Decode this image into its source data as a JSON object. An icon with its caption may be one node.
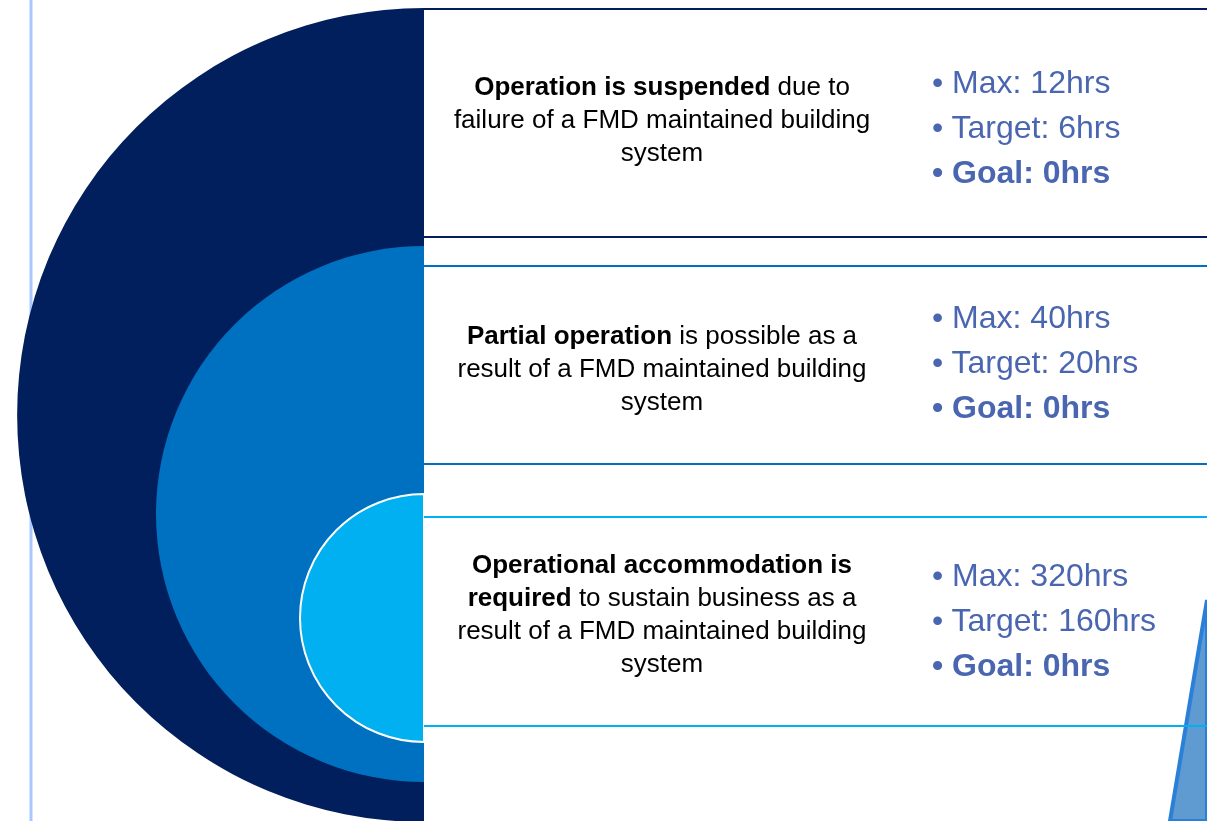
{
  "diagram": {
    "nodes": [
      {
        "text": [
          "**Operation is suspended** due to failure of a FMD maintained building system",
          "• Max: 12hrs",
          "• Target: 6hrs",
          "• Goal: 0hrs"
        ]
      },
      {
        "text": [
          "**Partial operation** is possible as a result of a FMD maintained building system",
          "• Max: 40hrs",
          "• Target: 20hrs",
          "• Goal: 0hrs"
        ]
      },
      {
        "text": [
          "**Operational accommodation is required** to sustain business as a result of a FMD maintained building system",
          "• Max: 320hrs",
          "• Target: 160hrs",
          "• Goal: 0hrs"
        ]
      }
    ]
  }
}
